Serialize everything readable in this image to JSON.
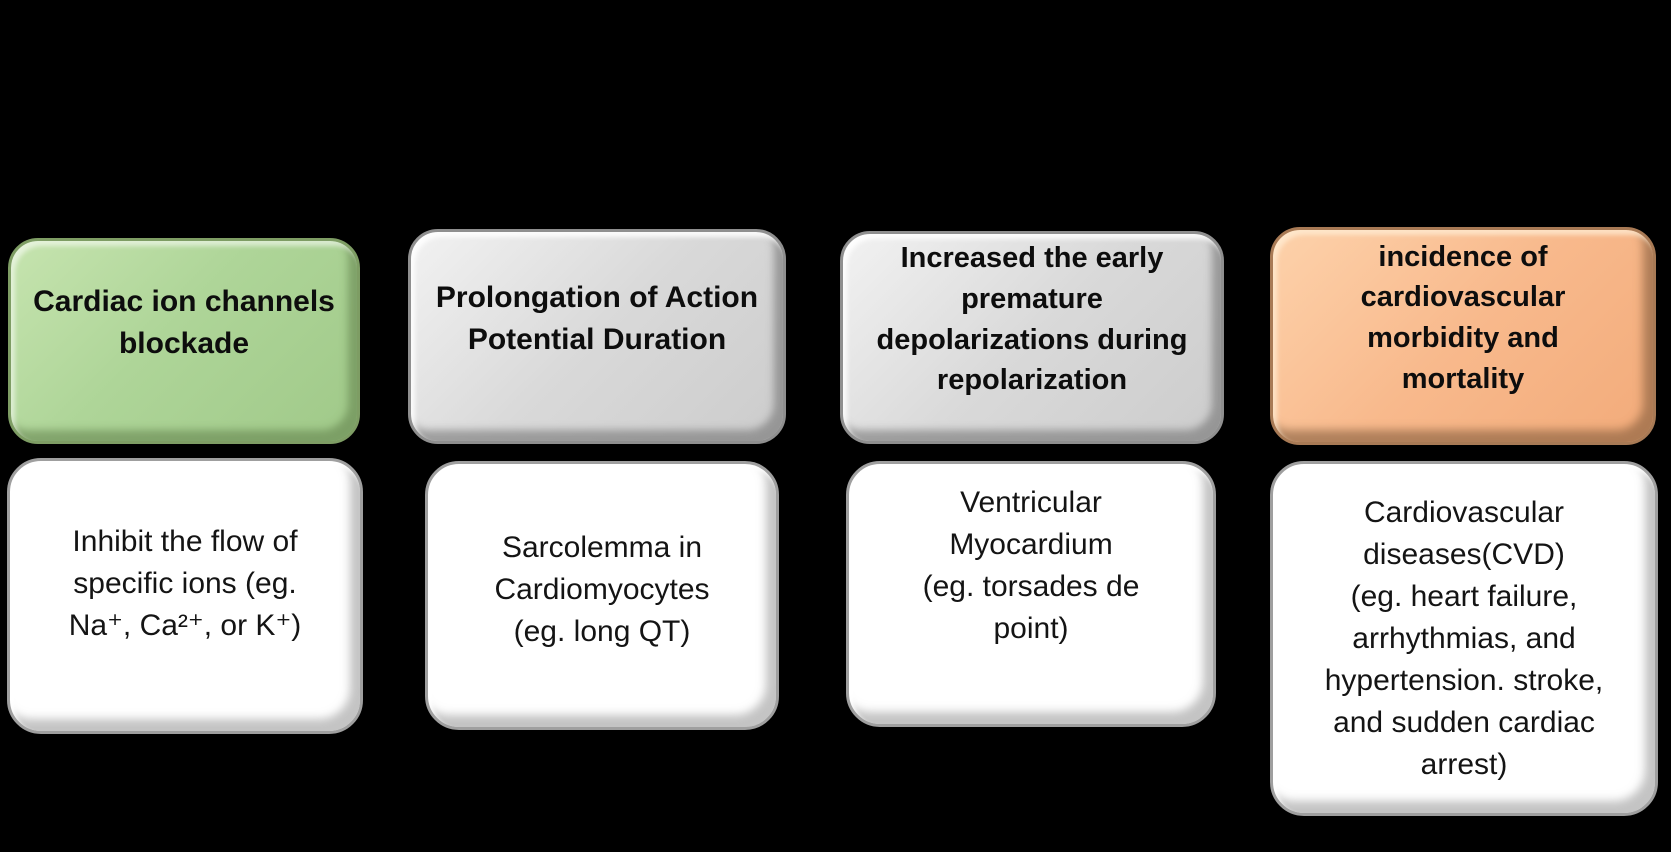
{
  "canvas": {
    "background": "#000000",
    "description": "Four-stage cardiotoxicity mechanism flow diagram on black background"
  },
  "colors": {
    "stage1_fill": "#aed598",
    "stage1_border": "#7e9d64",
    "stage2_fill": "#d9d9d9",
    "stage2_border": "#8f8f8f",
    "stage4_fill": "#f8b98c",
    "stage4_border": "#a87a55",
    "detail_fill": "#ffffff",
    "detail_border": "#9f9f9f",
    "text": "#0d0d0d"
  },
  "flow": {
    "columns": [
      {
        "header": {
          "text": "Cardiac ion channels\nblockade",
          "variant": "green"
        },
        "detail": {
          "text": "Inhibit the flow of\nspecific ions (eg.\nNa⁺, Ca²⁺, or K⁺)"
        }
      },
      {
        "header": {
          "text": "Prolongation of Action\nPotential Duration",
          "variant": "gray"
        },
        "detail": {
          "text": "Sarcolemma in\nCardiomyocytes\n(eg. long QT)"
        }
      },
      {
        "header": {
          "text": "Increased the early\npremature\ndepolarizations during\nrepolarization",
          "variant": "gray"
        },
        "detail": {
          "text": "Ventricular\nMyocardium\n(eg. torsades de\npoint)"
        }
      },
      {
        "header": {
          "text": "incidence of\ncardiovascular\nmorbidity and\nmortality",
          "variant": "orange"
        },
        "detail": {
          "text": "Cardiovascular\ndiseases(CVD)\n(eg. heart failure,\narrhythmias, and\nhypertension. stroke,\nand sudden cardiac\narrest)"
        }
      }
    ]
  }
}
